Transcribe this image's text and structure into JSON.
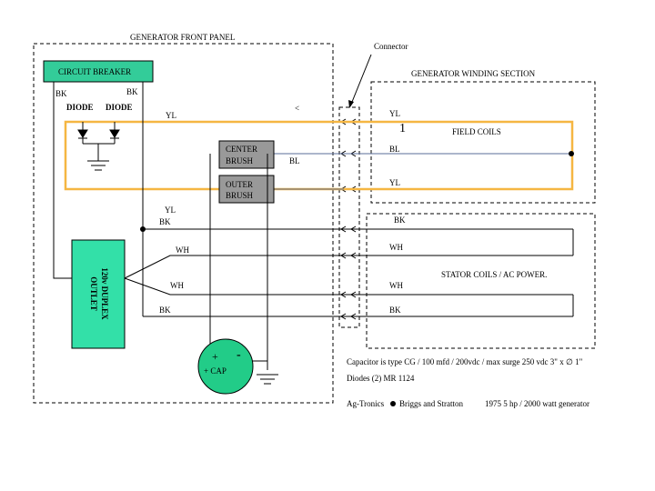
{
  "panel_title": "GENERATOR FRONT PANEL",
  "winding_title": "GENERATOR WINDING SECTION",
  "connector_label": "Connector",
  "breaker_label": "CIRCUIT BREAKER",
  "bk_left": "BK",
  "bk_right": "BK",
  "diode_left": "DIODE",
  "diode_right": "DIODE",
  "yl_top": "YL",
  "caret_mark": "<",
  "center_brush": [
    "CENTER",
    "BRUSH"
  ],
  "outer_brush": [
    "OUTER",
    "BRUSH"
  ],
  "bl_panel": "BL",
  "yl_mid": "YL",
  "bk_mid": "BK",
  "wh_1": "WH",
  "wh_2": "WH",
  "bk_bottom": "BK",
  "outlet_label": [
    "120v DUPLEX",
    "OUTLET"
  ],
  "cap_plus": "+",
  "cap_minus": "-",
  "cap_label": "+ CAP",
  "field": {
    "yl_top": "YL",
    "one": "1",
    "bl": "BL",
    "yl_bottom": "YL",
    "title": "FIELD COILS"
  },
  "stator": {
    "bk_top": "BK",
    "wh_1": "WH",
    "title": "STATOR COILS / AC POWER.",
    "wh_2": "WH",
    "bk_bottom": "BK"
  },
  "notes": {
    "capacitor": "Capacitor is type CG / 100 mfd / 200vdc / max surge 250 vdc  3\" x ∅ 1\"",
    "diodes": "Diodes (2)  MR 1124",
    "footer_left": "Ag-Tronics",
    "footer_brand": "Briggs and Stratton",
    "footer_right": "1975 5 hp / 2000 watt generator"
  },
  "colors": {
    "field_loop": "#f5b642",
    "breaker_fill": "#33cc99",
    "outlet_fill": "#33e0a8",
    "cap_fill": "#22cc88",
    "brush_fill": "#999999",
    "field_wire": "#5a6e9a"
  }
}
